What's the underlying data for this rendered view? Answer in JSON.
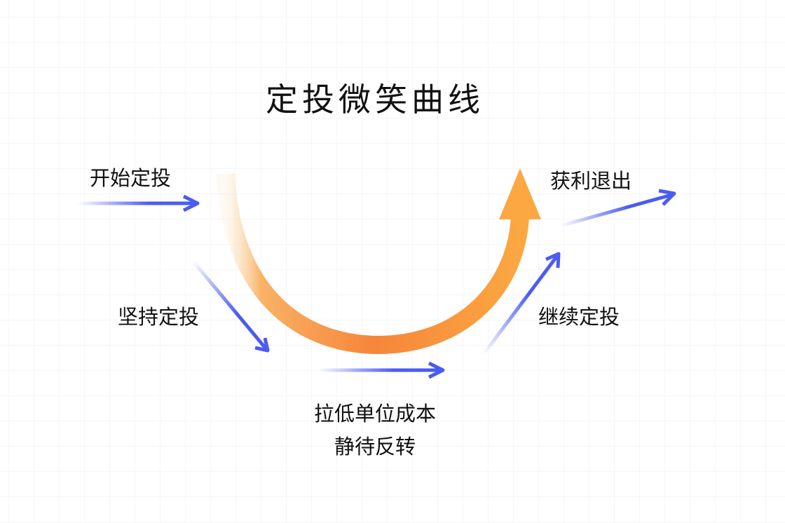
{
  "title": "定投微笑曲线",
  "labels": {
    "start": "开始定投",
    "persist": "坚持定投",
    "lower_cost": "拉低单位成本",
    "wait": "静待反转",
    "take_profit": "获利退出",
    "continue": "继续定投"
  },
  "colors": {
    "arrow_blue": "#4a5cf2",
    "curve_orange": "#f7853a",
    "curve_light": "#fbb04a"
  }
}
